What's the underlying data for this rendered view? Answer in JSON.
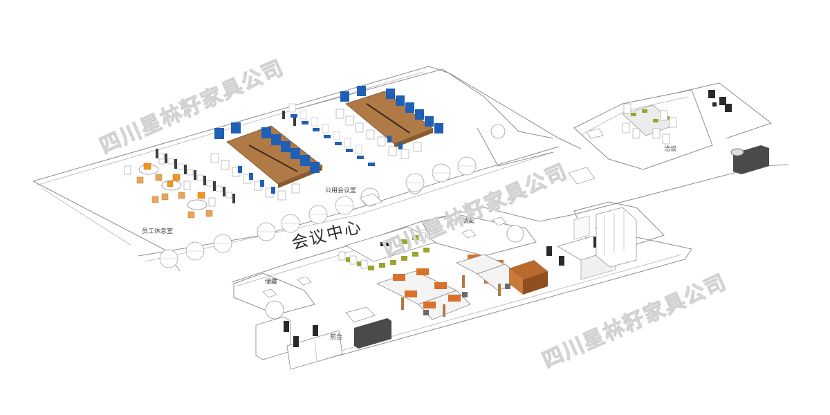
{
  "labels": {
    "center": "会议中心",
    "staff_lounge": "员工休息室",
    "public_meeting": "公用会议室",
    "lounge": "洽谈",
    "storage_left": "储藏",
    "storage_right": "储藏",
    "reception": "前台"
  },
  "watermark": "四川星林籽家具公司",
  "colors": {
    "chair_blue": "#1f5fb5",
    "table_wood": "#b07a46",
    "chair_orange": "#f2951f",
    "chair_olive": "#9aa52a",
    "panel_orange": "#d9712a",
    "dark_gray": "#4a4a4a"
  }
}
